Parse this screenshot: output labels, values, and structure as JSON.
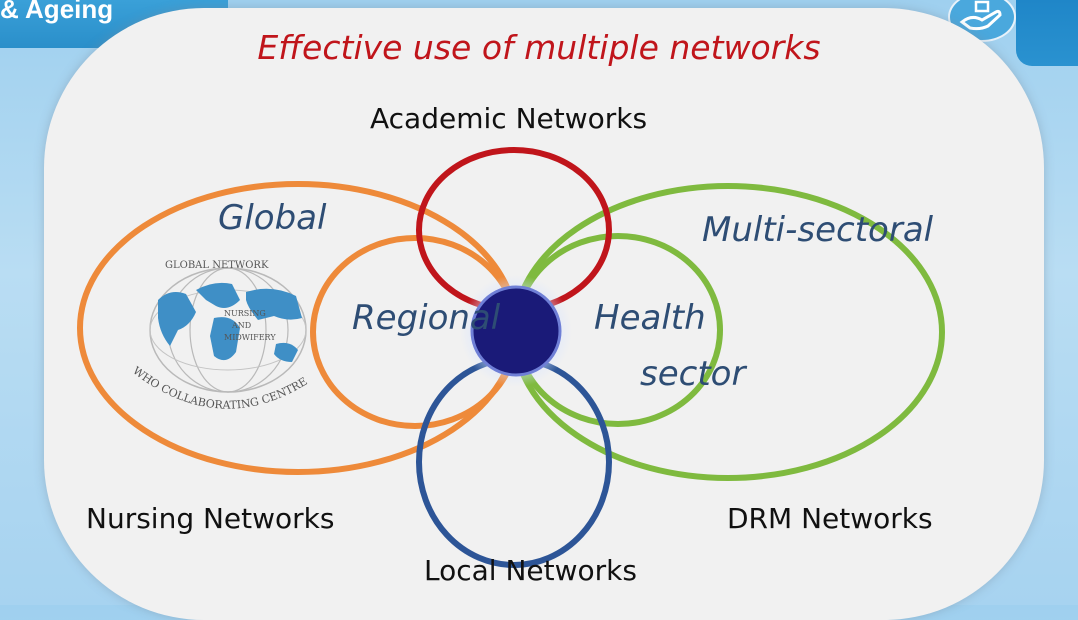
{
  "header": {
    "banner_text": "& Ageing"
  },
  "title": "Effective use of multiple networks",
  "network_labels": {
    "academic": "Academic Networks",
    "nursing": "Nursing Networks",
    "drm": "DRM Networks",
    "local": "Local Networks"
  },
  "scope_labels": {
    "global": "Global",
    "regional": "Regional",
    "multisectoral": "Multi-sectoral",
    "health_sector_line1": "Health",
    "health_sector_line2": "sector"
  },
  "logo": {
    "top_text": "GLOBAL NETWORK",
    "center_line1": "NURSING",
    "center_line2": "AND",
    "center_line3": "MIDWIFERY",
    "arc_text": "WHO COLLABORATING CENTRES"
  },
  "colors": {
    "academic": "#c0151b",
    "nursing": "#ee8a3a",
    "drm": "#7fba3f",
    "local": "#2d5597",
    "hub": "#1a1a78",
    "title": "#c0151b",
    "scope_text": "#2e4d74"
  },
  "icons": {
    "top_right_badge": "hand-holding-icon"
  }
}
